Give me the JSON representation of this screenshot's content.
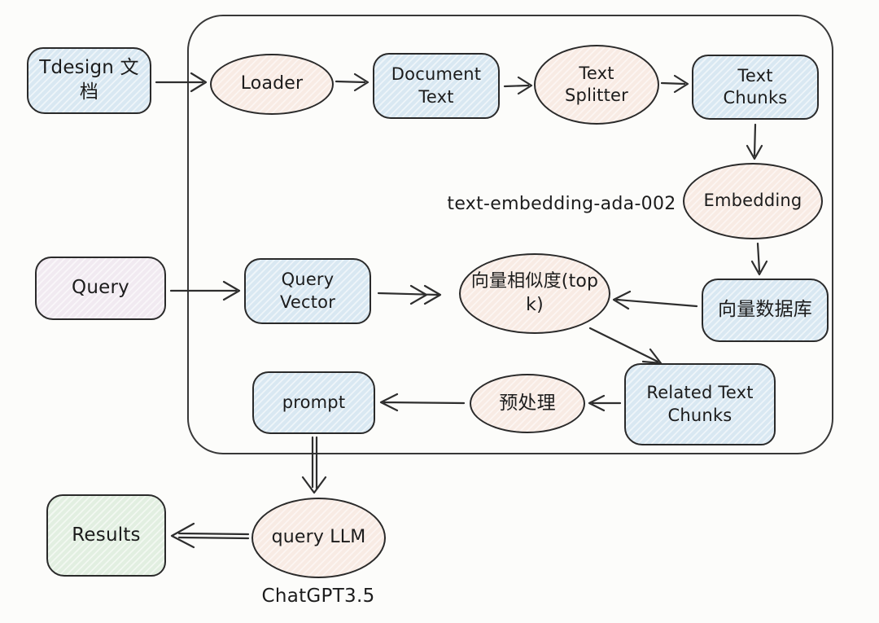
{
  "diagram": {
    "type": "flowchart",
    "style": "hand-drawn",
    "background_color": "#fcfcfa",
    "stroke_color": "#2e2e2e",
    "colors": {
      "blue_fill": "#d9e8f2",
      "pink_fill": "#f8ebe4",
      "lavender_fill": "#f1eaf1",
      "green_fill": "#e2efe1"
    },
    "nodes": {
      "tdesign_doc": {
        "label": "Tdesign 文档",
        "shape": "rect",
        "fill": "blue"
      },
      "loader": {
        "label": "Loader",
        "shape": "ellipse",
        "fill": "pink"
      },
      "document_text": {
        "label": "Document Text",
        "shape": "rect",
        "fill": "blue"
      },
      "text_splitter": {
        "label": "Text Splitter",
        "shape": "ellipse",
        "fill": "pink"
      },
      "text_chunks": {
        "label": "Text Chunks",
        "shape": "rect",
        "fill": "blue"
      },
      "embedding": {
        "label": "Embedding",
        "shape": "ellipse",
        "fill": "pink"
      },
      "query": {
        "label": "Query",
        "shape": "rect",
        "fill": "lavender"
      },
      "query_vector": {
        "label": "Query Vector",
        "shape": "rect",
        "fill": "blue"
      },
      "similarity": {
        "label": "向量相似度(top k)",
        "shape": "ellipse",
        "fill": "pink"
      },
      "vector_db": {
        "label": "向量数据库",
        "shape": "rect",
        "fill": "blue"
      },
      "related_chunks": {
        "label": "Related Text Chunks",
        "shape": "rect",
        "fill": "blue"
      },
      "preprocess": {
        "label": "预处理",
        "shape": "ellipse",
        "fill": "pink"
      },
      "prompt": {
        "label": "prompt",
        "shape": "rect",
        "fill": "blue"
      },
      "query_llm": {
        "label": "query LLM",
        "shape": "ellipse",
        "fill": "pink"
      },
      "results": {
        "label": "Results",
        "shape": "rect",
        "fill": "green"
      }
    },
    "annotations": {
      "embedding_model": "text-embedding-ada-002",
      "llm_model": "ChatGPT3.5"
    },
    "edges": [
      {
        "from": "tdesign_doc",
        "to": "loader"
      },
      {
        "from": "loader",
        "to": "document_text"
      },
      {
        "from": "document_text",
        "to": "text_splitter"
      },
      {
        "from": "text_splitter",
        "to": "text_chunks"
      },
      {
        "from": "text_chunks",
        "to": "embedding"
      },
      {
        "from": "embedding",
        "to": "vector_db"
      },
      {
        "from": "vector_db",
        "to": "similarity"
      },
      {
        "from": "query",
        "to": "query_vector"
      },
      {
        "from": "query_vector",
        "to": "similarity"
      },
      {
        "from": "similarity",
        "to": "related_chunks"
      },
      {
        "from": "related_chunks",
        "to": "preprocess"
      },
      {
        "from": "preprocess",
        "to": "prompt"
      },
      {
        "from": "prompt",
        "to": "query_llm"
      },
      {
        "from": "query_llm",
        "to": "results"
      }
    ]
  }
}
